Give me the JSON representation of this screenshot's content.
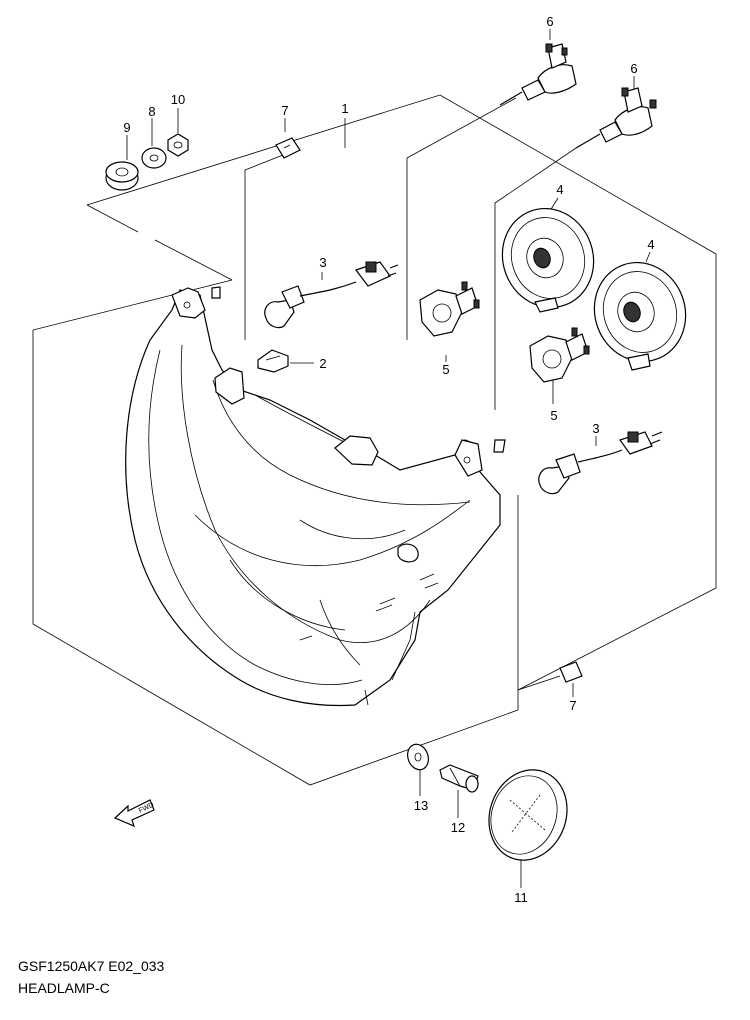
{
  "diagram": {
    "model_code": "GSF1250AK7 E02_033",
    "title": "HEADLAMP-C",
    "fwd_label": "FWD",
    "callouts": {
      "p1": "1",
      "p2": "2",
      "p3a": "3",
      "p3b": "3",
      "p4a": "4",
      "p4b": "4",
      "p5a": "5",
      "p5b": "5",
      "p6a": "6",
      "p6b": "6",
      "p7a": "7",
      "p7b": "7",
      "p8": "8",
      "p9": "9",
      "p10": "10",
      "p11": "11",
      "p12": "12",
      "p13": "13"
    }
  }
}
